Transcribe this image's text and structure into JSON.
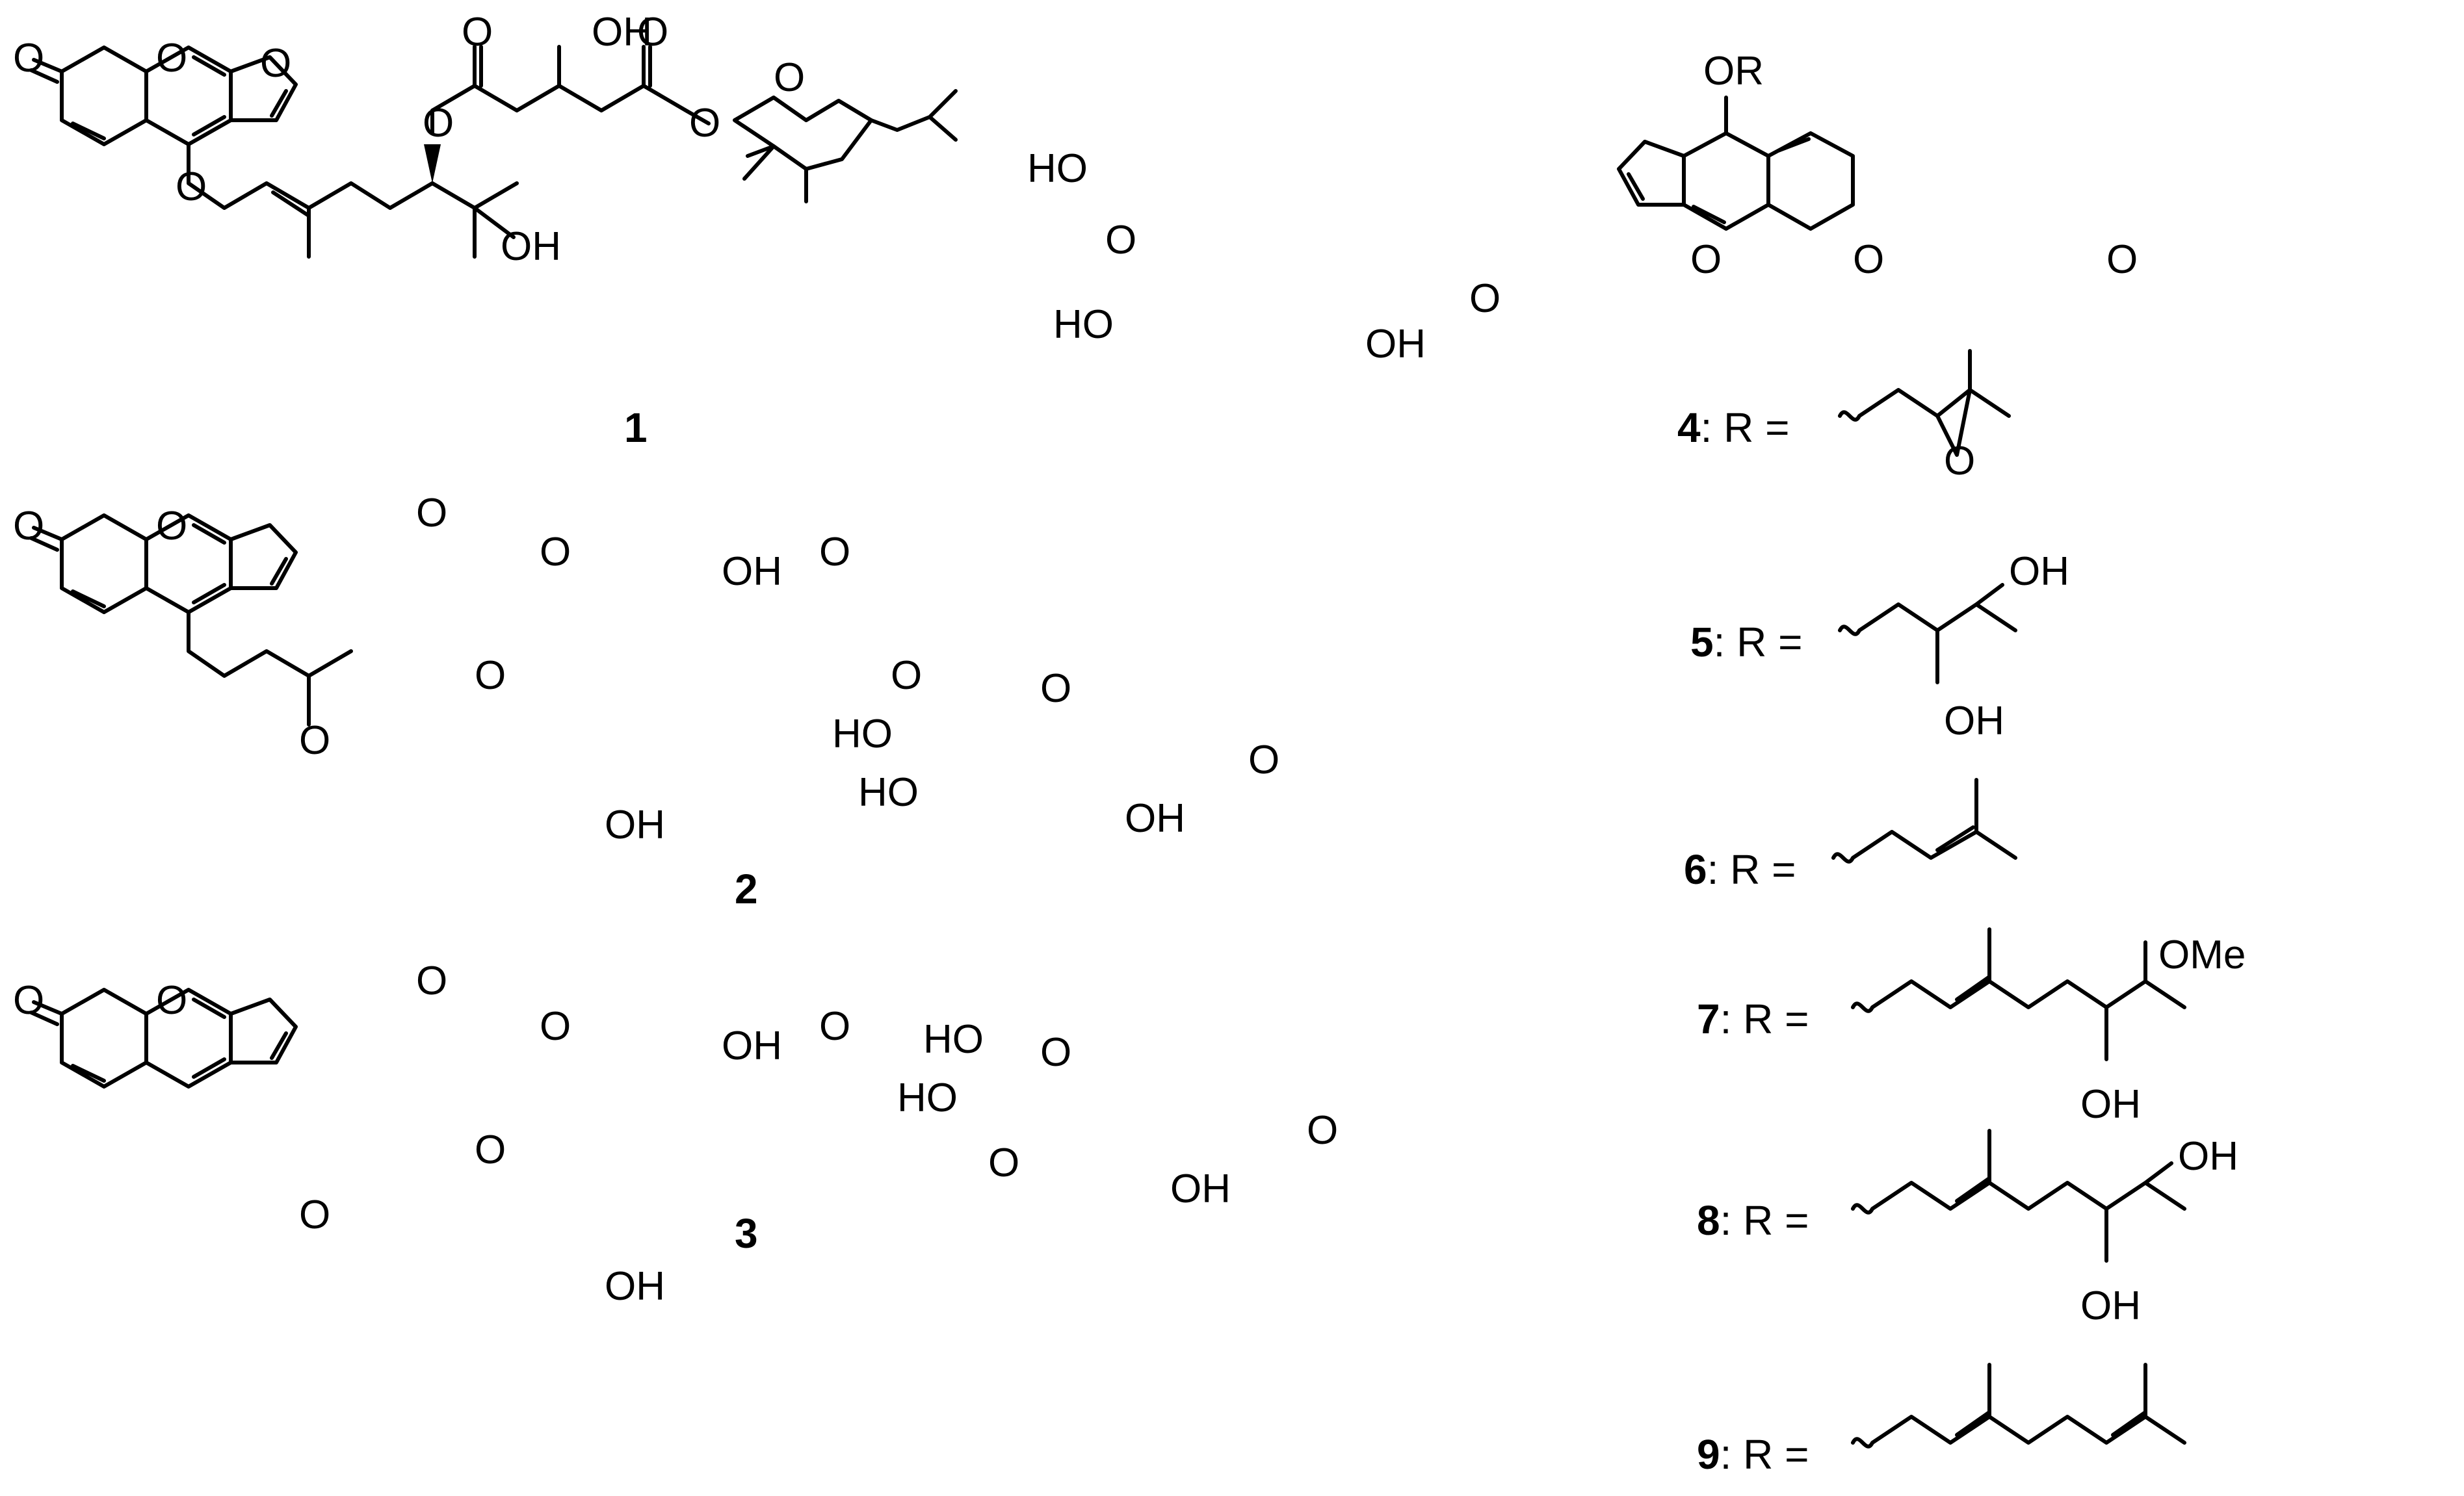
{
  "atom_labels": {
    "O": "O",
    "OH": "OH",
    "HO": "HO",
    "OR": "OR",
    "OMe": "OMe"
  },
  "compounds": {
    "c1": "1",
    "c2": "2",
    "c3": "3",
    "c4": "4",
    "c5": "5",
    "c6": "6",
    "c7": "7",
    "c8": "8",
    "c9": "9"
  },
  "r_suffix": ": R ="
}
